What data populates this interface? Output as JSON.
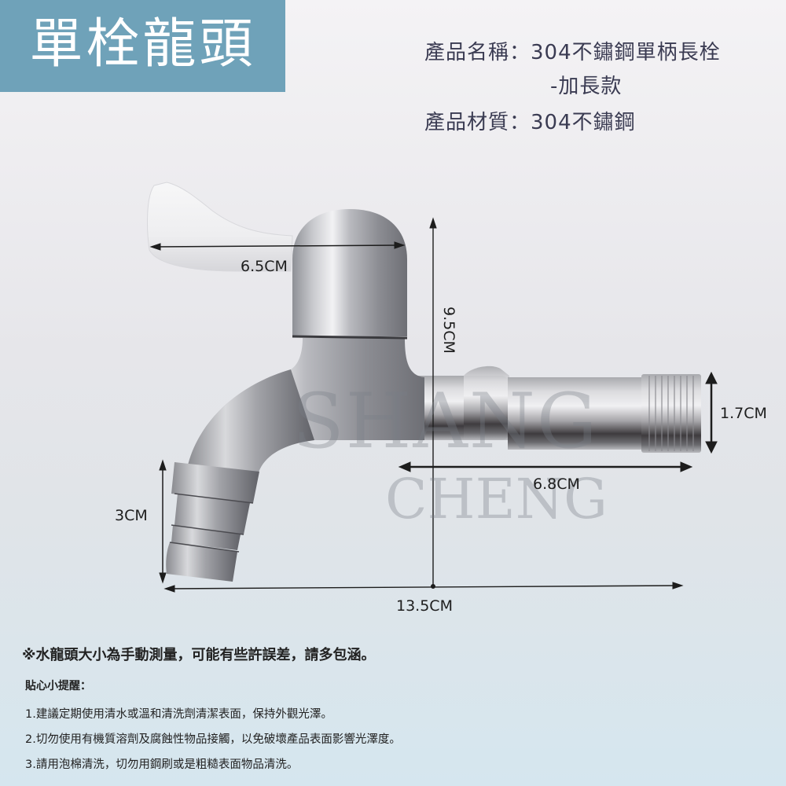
{
  "banner": {
    "title": "單栓龍頭",
    "background_color": "#6fa2b9"
  },
  "specs": {
    "name_label": "產品名稱：",
    "name_value": "304不鏽鋼單柄長栓",
    "name_value_line2": "-加長款",
    "material_label": "產品材質：",
    "material_value": "304不鏽鋼"
  },
  "product_image": {
    "subject": "stainless-steel-single-handle-faucet",
    "watermark_line1": "SHANG",
    "watermark_line2": "CHENG"
  },
  "dimensions": {
    "handle_width": "6.5CM",
    "total_height": "9.5CM",
    "thread_diameter": "1.7CM",
    "inlet_length": "6.8CM",
    "outlet_height": "3CM",
    "total_length": "13.5CM"
  },
  "notes": {
    "disclaimer": "※水龍頭大小為手動測量，可能有些許誤差，請多包涵。",
    "tips_heading": "貼心小提醒：",
    "tips": [
      "1.建議定期使用清水或溫和清洗劑清潔表面，保持外觀光澤。",
      "2.切勿使用有機質溶劑及腐蝕性物品接觸，以免破壞產品表面影響光澤度。",
      "3.請用泡棉清洗，切勿用鋼刷或是粗糙表面物品清洗。"
    ]
  },
  "colors": {
    "text_dark": "#3a3b52",
    "dimension_line": "#1d1d1d",
    "background_top": "#f4f3f5",
    "background_bottom": "#d5e6ef"
  }
}
